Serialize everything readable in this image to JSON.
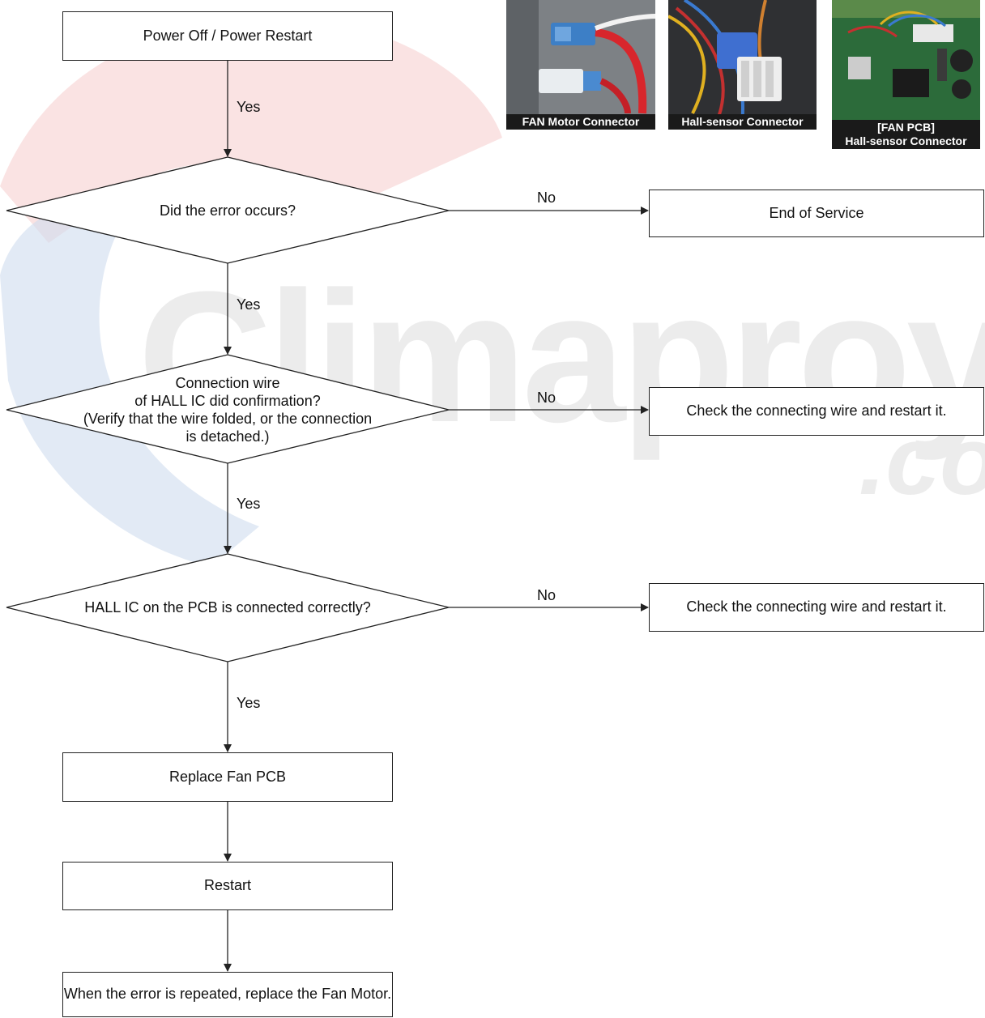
{
  "flow": {
    "start": "Power Off / Power Restart",
    "decision1": "Did the error occurs?",
    "decision2": {
      "line1": "Connection wire",
      "line2": "of HALL IC did confirmation?",
      "line3": "(Verify that the wire folded, or the connection",
      "line4": "is detached.)"
    },
    "decision3": "HALL IC on the PCB is connected correctly?",
    "end_service": "End of Service",
    "check_wire_1": "Check the connecting wire and restart it.",
    "check_wire_2": "Check the connecting wire and restart it.",
    "replace_pcb": "Replace Fan PCB",
    "restart": "Restart",
    "replace_motor": "When the error is repeated, replace the Fan Motor."
  },
  "labels": {
    "yes": "Yes",
    "no": "No"
  },
  "photos": {
    "fan_motor": "FAN Motor Connector",
    "hall_sensor": "Hall-sensor Connector",
    "fan_pcb_line1": "[FAN PCB]",
    "fan_pcb_line2": "Hall-sensor Connector"
  },
  "watermark": {
    "text": "Climaproyecto",
    "suffix": ".co"
  },
  "colors": {
    "line": "#222222",
    "watermark_red": "#e08a8a",
    "watermark_blue": "#9fb6d8",
    "watermark_text": "#d9d9d9"
  }
}
